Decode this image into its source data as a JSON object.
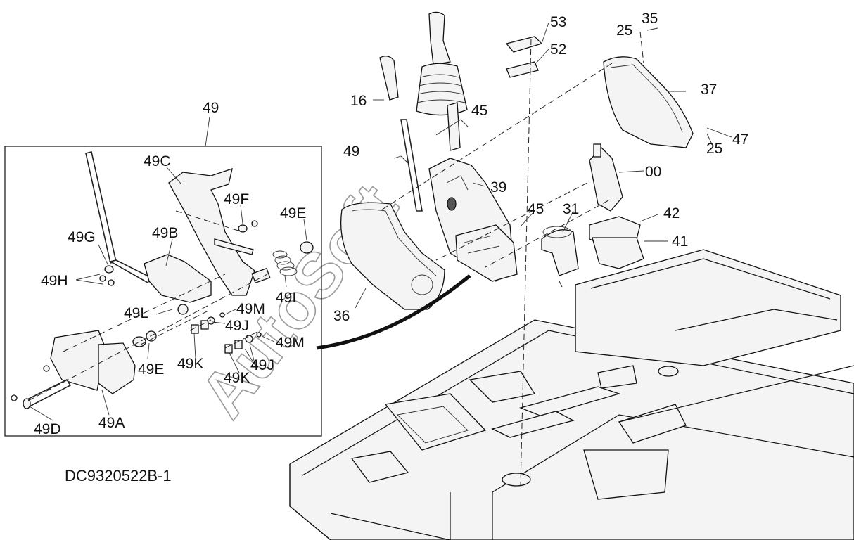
{
  "diagram": {
    "doc_code": "DC9320522B-1",
    "watermark": "AutoSoft",
    "detail_box_label": "49",
    "main_labels": [
      "53",
      "52",
      "35",
      "25",
      "25",
      "37",
      "47",
      "16",
      "45",
      "49",
      "39",
      "00",
      "45",
      "31",
      "42",
      "41",
      "36"
    ],
    "detail_labels": [
      "49C",
      "49F",
      "49E",
      "49B",
      "49G",
      "49H",
      "49L",
      "49M",
      "49J",
      "49I",
      "49E",
      "49K",
      "49M",
      "49J",
      "49K",
      "49D",
      "49A"
    ]
  }
}
